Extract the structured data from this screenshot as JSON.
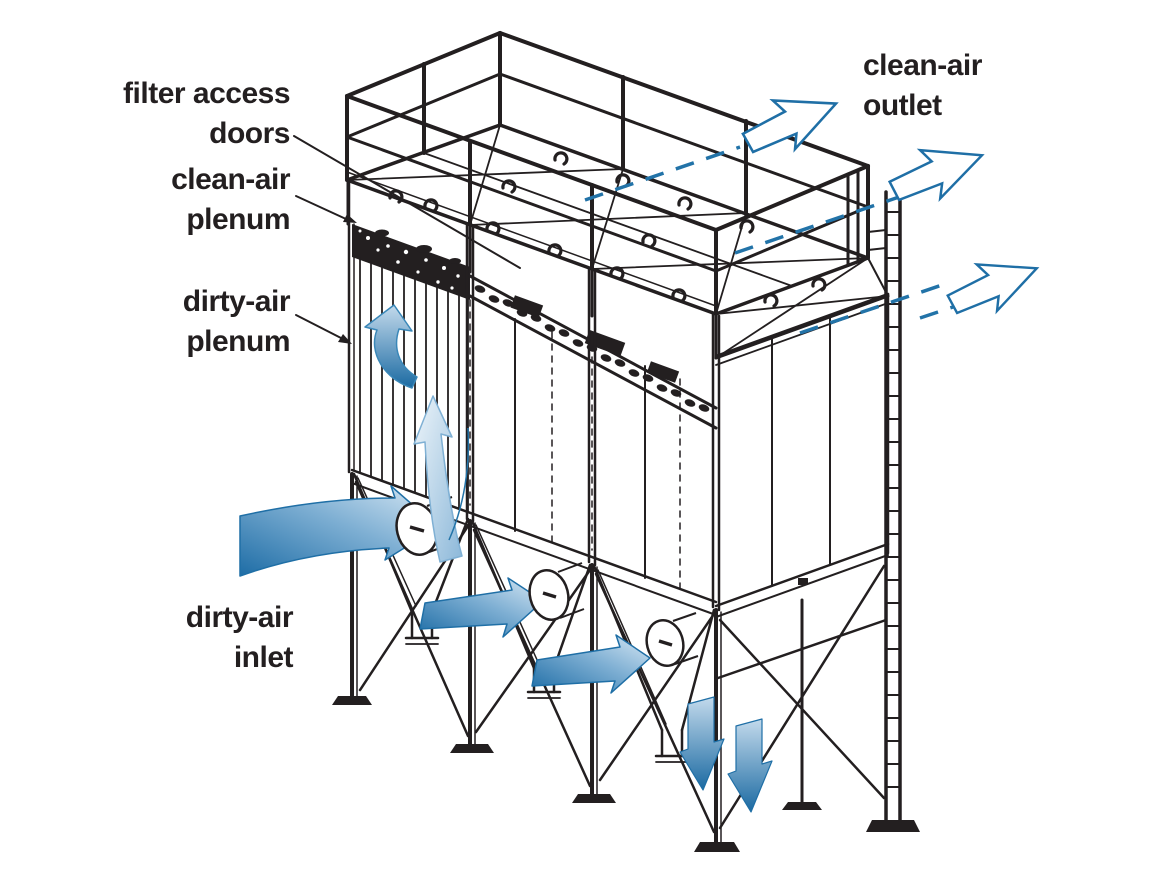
{
  "diagram": {
    "subject": "baghouse-dust-collector",
    "view": "isometric-cutaway-illustration",
    "background": "#ffffff",
    "colors": {
      "line_art": "#231f20",
      "flow_blue": "#1f6fa6",
      "arrow_fill_light": "#d6e7f4",
      "arrow_fill_dark": "#1e6da6",
      "text": "#231f20"
    },
    "labels": {
      "filter_access_doors": {
        "line1": "filter access",
        "line2": "doors"
      },
      "clean_air_plenum": {
        "line1": "clean-air",
        "line2": "plenum"
      },
      "dirty_air_plenum": {
        "line1": "dirty-air",
        "line2": "plenum"
      },
      "dirty_air_inlet": {
        "line1": "dirty-air",
        "line2": "inlet"
      },
      "clean_air_outlet": {
        "line1": "clean-air",
        "line2": "outlet"
      }
    },
    "callouts": [
      {
        "label": "filter access doors",
        "target": "door clamps on tube sheet"
      },
      {
        "label": "clean-air plenum",
        "target": "tube sheet / plenum top"
      },
      {
        "label": "dirty-air plenum",
        "target": "filter bag compartment"
      }
    ],
    "flows": {
      "dirty_air_inlet_arrows": 3,
      "clean_air_outlet_arrows": 3,
      "clean_air_dash_trails": 4,
      "internal_updraft_arrows": 2,
      "dust_discharge_arrows": 2
    },
    "components": [
      "guardrail",
      "walkway-platform",
      "filter-access-door-clamps",
      "tube-sheet",
      "filter-bags",
      "housing-panels",
      "end-wall",
      "hoppers",
      "inlet-ducts",
      "discharge-spouts",
      "support-legs",
      "cross-bracing",
      "ladder"
    ]
  }
}
